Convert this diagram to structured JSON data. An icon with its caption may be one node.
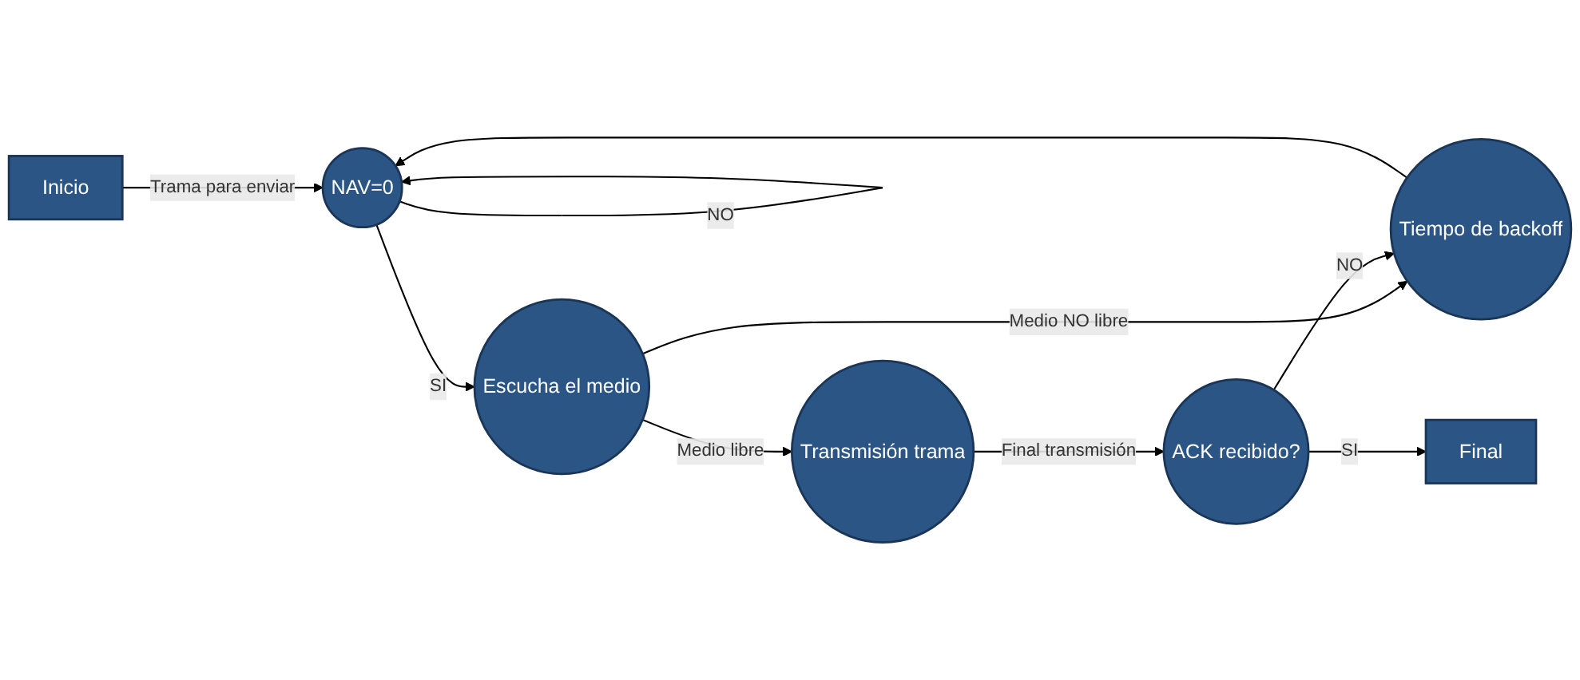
{
  "diagram": {
    "nodes": [
      {
        "text": [
          "Inicio"
        ]
      },
      {
        "text": [
          "NAV=0"
        ]
      },
      {
        "text": [
          "Tiempo de backoff"
        ]
      },
      {
        "text": [
          "ACK recibido?"
        ]
      },
      {
        "text": [
          "Escucha el medio"
        ]
      },
      {
        "text": [
          "Transmisión trama"
        ]
      },
      {
        "text": [
          "Final"
        ]
      }
    ],
    "edges": [
      {
        "from": 0,
        "to": 1,
        "arrow": "to",
        "label": "Trama para enviar"
      },
      {
        "from": 1,
        "to": 1,
        "arrow": "to",
        "label": "NO"
      },
      {
        "from": 1,
        "to": 4,
        "arrow": "to",
        "label": "SI"
      },
      {
        "from": 4,
        "to": 2,
        "arrow": "to",
        "label": "Medio NO libre"
      },
      {
        "from": 4,
        "to": 5,
        "arrow": "to",
        "label": "Medio libre"
      },
      {
        "from": 5,
        "to": 3,
        "arrow": "to",
        "label": "Final transmisión"
      },
      {
        "from": 3,
        "to": 2,
        "arrow": "to",
        "label": "NO"
      },
      {
        "from": 2,
        "to": 1,
        "arrow": "to"
      },
      {
        "from": 3,
        "to": 6,
        "arrow": "to",
        "label": "SI"
      }
    ]
  }
}
